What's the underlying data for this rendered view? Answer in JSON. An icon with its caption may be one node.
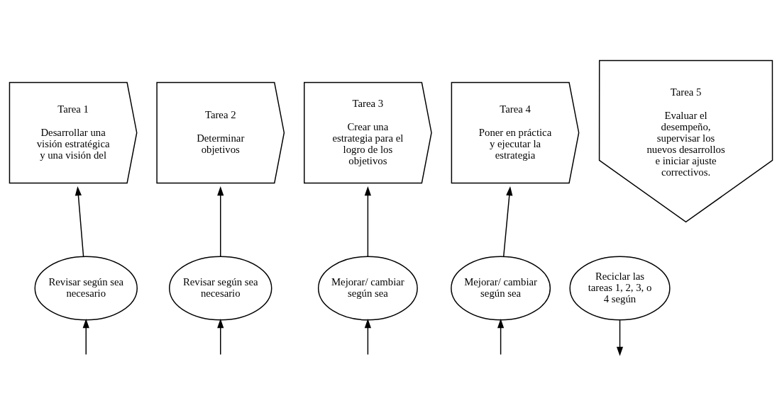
{
  "diagram": {
    "nodes": [
      {
        "text": [
          "Tarea 1",
          "Desarrollar una visión estratégica y una visión del"
        ]
      },
      {
        "text": [
          "Tarea 2",
          "Determinar objetivos"
        ]
      },
      {
        "text": [
          "Tarea 3",
          "Crear una estrategia para el logro de los objetivos"
        ]
      },
      {
        "text": [
          "Tarea 4",
          "Poner en práctica y ejecutar la estrategia"
        ]
      },
      {
        "text": [
          "Tarea 5",
          "Evaluar el desempeño, supervisar los nuevos desarrollos e iniciar ajuste correctivos."
        ]
      },
      {
        "text": [
          "Revisar según sea necesario"
        ]
      },
      {
        "text": [
          "Revisar según sea necesario"
        ]
      },
      {
        "text": [
          "Mejorar/ cambiar según sea"
        ]
      },
      {
        "text": [
          "Mejorar/ cambiar según sea"
        ]
      },
      {
        "text": [
          "Reciclar las tareas 1, 2, 3, o 4 según"
        ]
      }
    ],
    "edges": [
      {
        "from": 5,
        "to": 0,
        "arrow": "to"
      },
      {
        "from": 6,
        "to": 1,
        "arrow": "to"
      },
      {
        "from": 7,
        "to": 2,
        "arrow": "to"
      },
      {
        "from": 8,
        "to": 3,
        "arrow": "to"
      },
      {
        "from": null,
        "to": 5,
        "arrow": "to"
      },
      {
        "from": null,
        "to": 6,
        "arrow": "to"
      },
      {
        "from": null,
        "to": 7,
        "arrow": "to"
      },
      {
        "from": null,
        "to": 8,
        "arrow": "to"
      },
      {
        "from": 9,
        "to": null,
        "arrow": "to"
      }
    ]
  }
}
